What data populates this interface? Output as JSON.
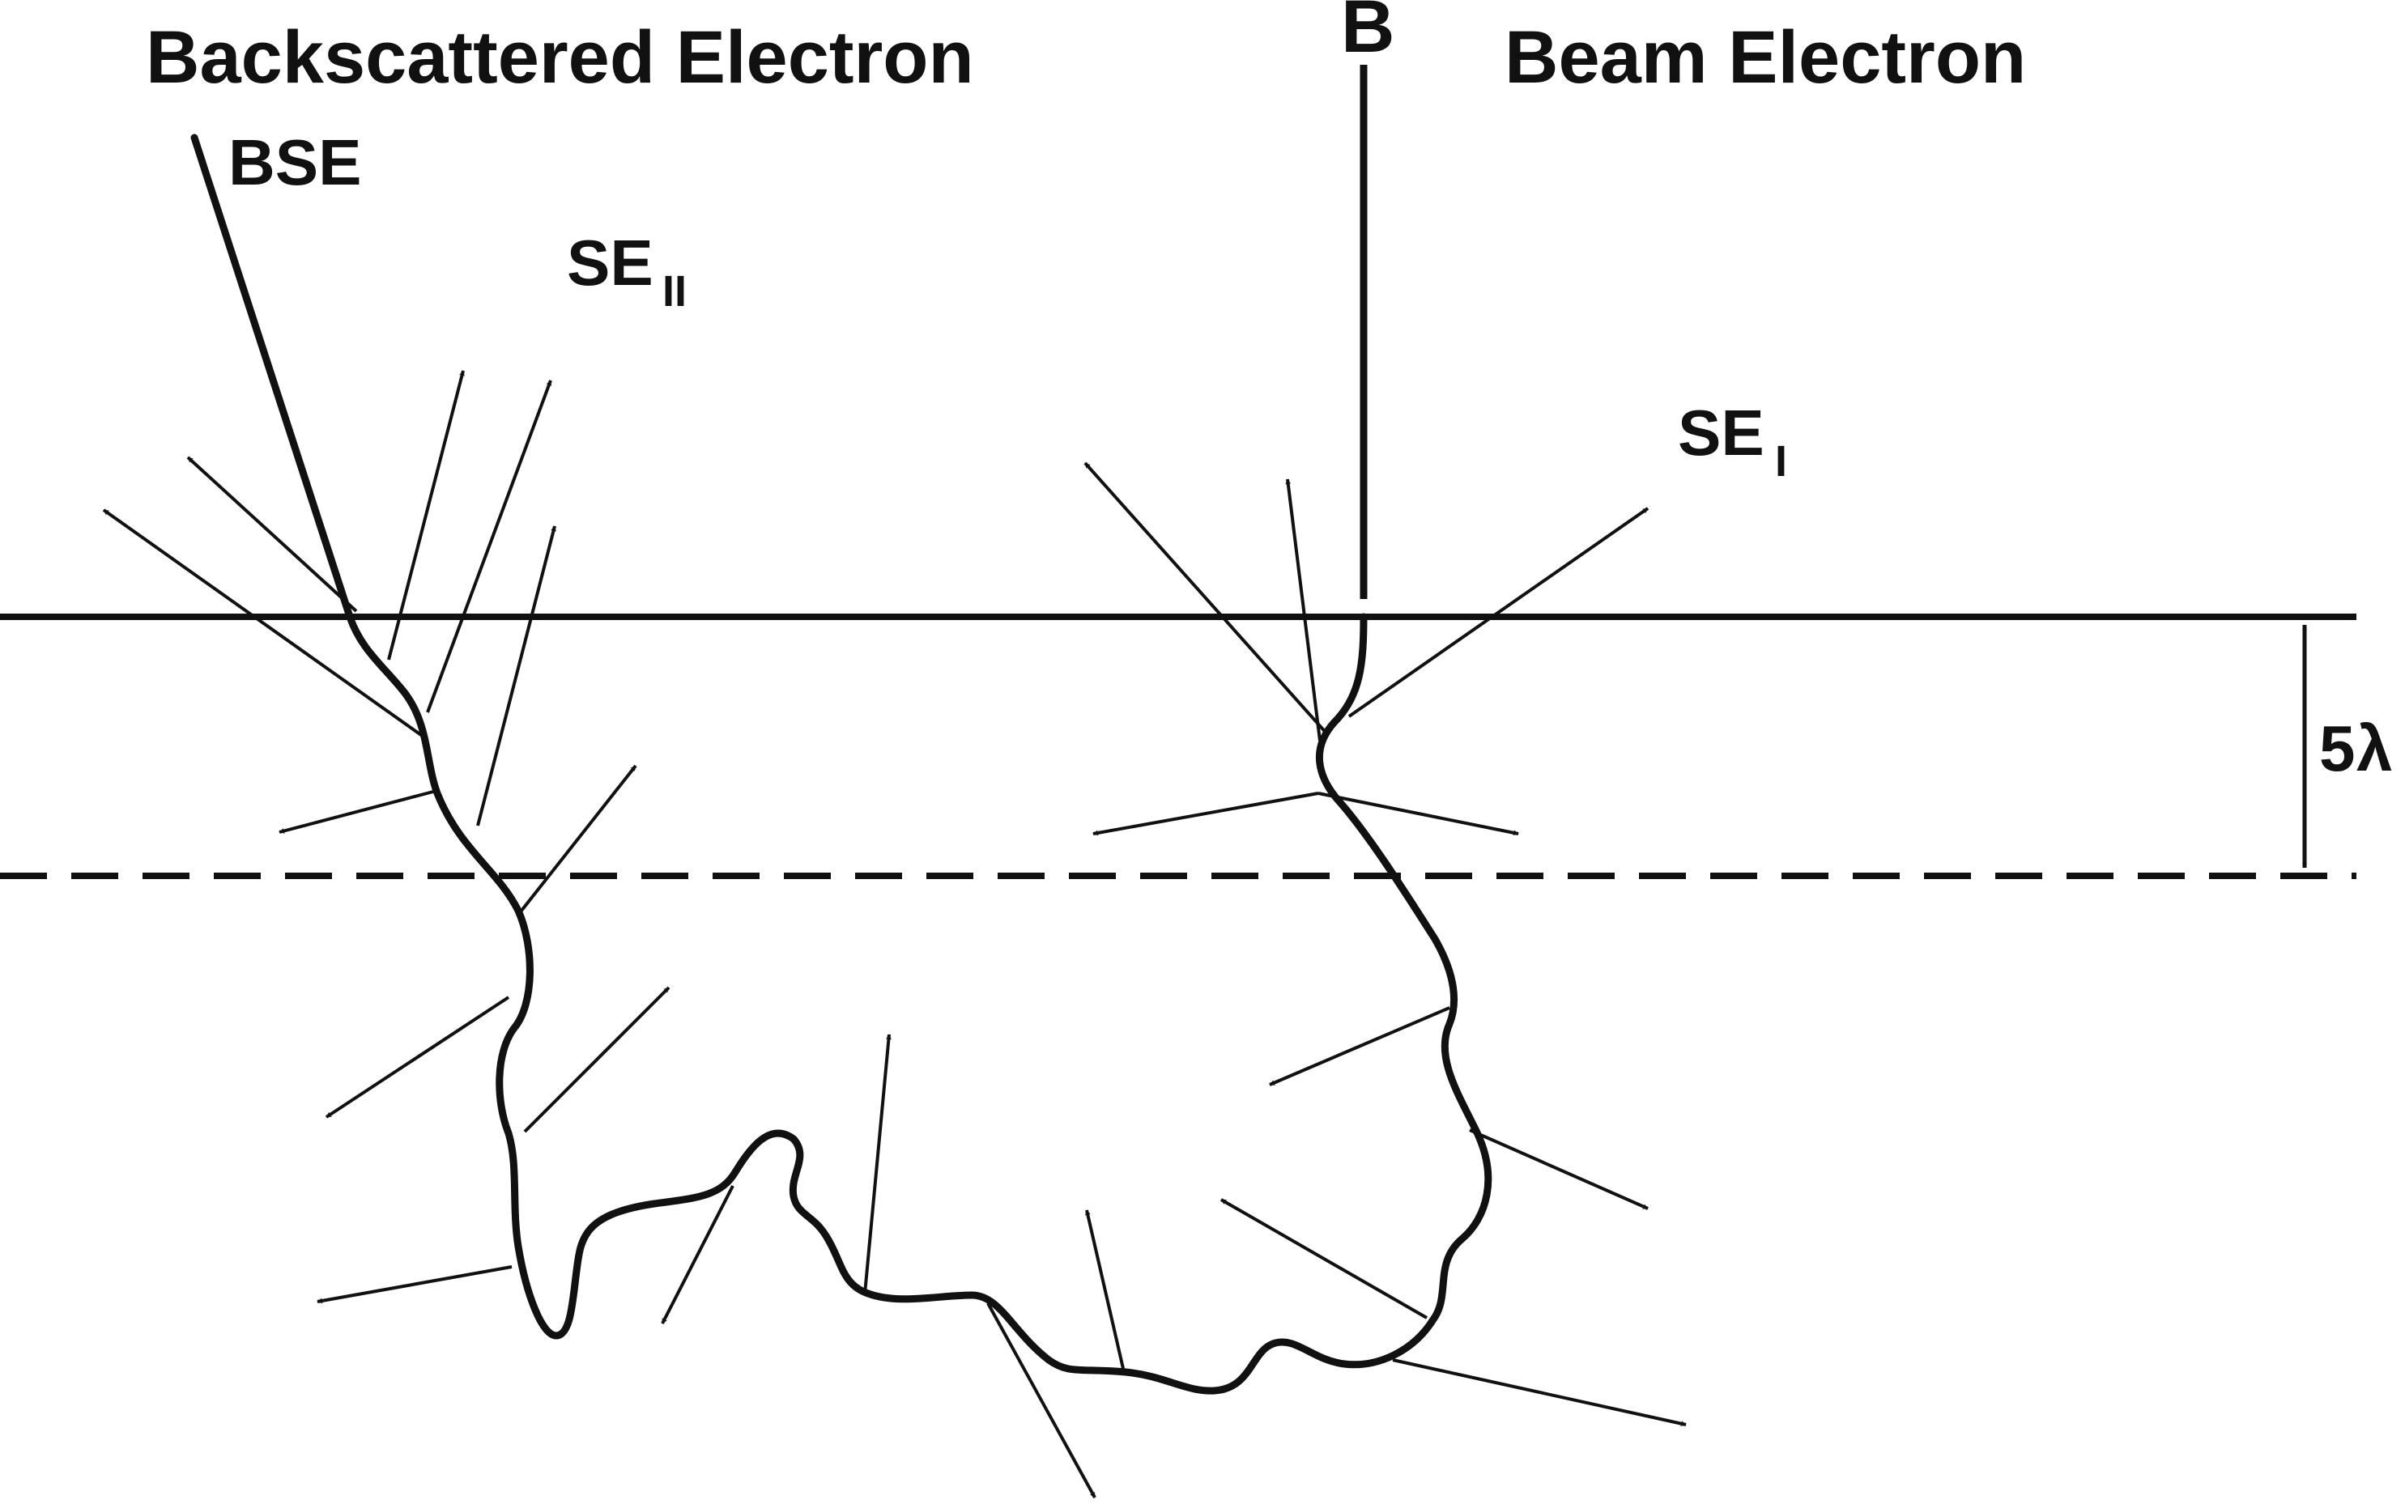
{
  "labels": {
    "left_title": "Backscattered Electron",
    "beam_letter": "B",
    "right_title": "Beam Electron",
    "bse": "BSE",
    "se2_main": "SE",
    "se2_sub": "II",
    "se1_main": "SE",
    "se1_sub": "I",
    "depth_num": "5",
    "depth_sym": "λ"
  },
  "colors": {
    "ink": "#111111",
    "background": "#ffffff"
  }
}
